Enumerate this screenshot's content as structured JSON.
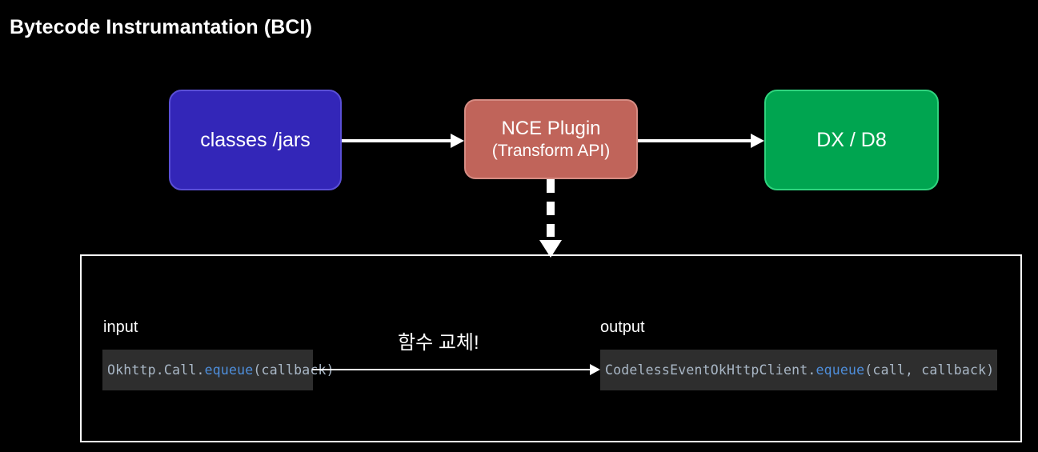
{
  "slide": {
    "title": "Bytecode Instrumantation (BCI)",
    "background_color": "#000000"
  },
  "flow": {
    "nodes": [
      {
        "id": "classes-jars",
        "label": "classes /jars",
        "fill": "#3326B8",
        "border": "#5A4FD6"
      },
      {
        "id": "nce-plugin",
        "label_line1": "NCE Plugin",
        "label_line2": "(Transform API)",
        "fill": "#C0645A",
        "border": "#D68C83"
      },
      {
        "id": "dx-d8",
        "label": "DX / D8",
        "fill": "#00A550",
        "border": "#2FD47E"
      }
    ],
    "edges": [
      {
        "id": "classes-to-nce",
        "style": "solid",
        "direction": "right",
        "color": "#FFFFFF"
      },
      {
        "id": "nce-to-dx",
        "style": "solid",
        "direction": "right",
        "color": "#FFFFFF"
      },
      {
        "id": "nce-to-detail",
        "style": "dashed",
        "direction": "down",
        "color": "#FFFFFF"
      }
    ]
  },
  "detail_panel": {
    "border_color": "#FFFFFF",
    "input": {
      "label": "input",
      "code_prefix": "Okhttp.Call.",
      "code_method": "equeue",
      "code_suffix": "(callback)",
      "code_full": "Okhttp.Call.equeue(callback)",
      "bg": "#2E2E2E",
      "text_color": "#A9B7C6",
      "method_color": "#4E8EDB"
    },
    "output": {
      "label": "output",
      "code_prefix": "CodelessEventOkHttpClient.",
      "code_method": "equeue",
      "code_suffix": "(call, callback)",
      "code_full": "CodelessEventOkHttpClient.equeue(call, callback)",
      "bg": "#2E2E2E",
      "text_color": "#A9B7C6",
      "method_color": "#4E8EDB"
    },
    "transform_note": "함수 교체!",
    "transform_edge": {
      "style": "solid",
      "direction": "right",
      "color": "#FFFFFF"
    }
  }
}
